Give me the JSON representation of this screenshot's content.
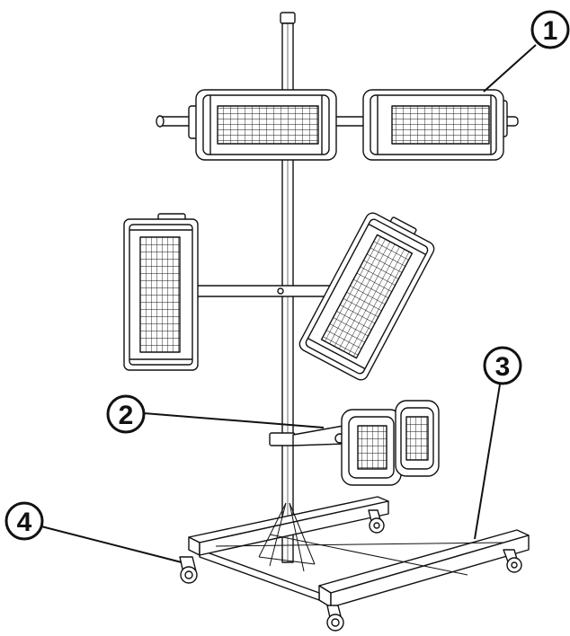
{
  "callouts": {
    "one": "1",
    "two": "2",
    "three": "3",
    "four": "4"
  },
  "colors": {
    "line": "#111111",
    "fill": "#ffffff",
    "shade": "#9a9a9a"
  }
}
